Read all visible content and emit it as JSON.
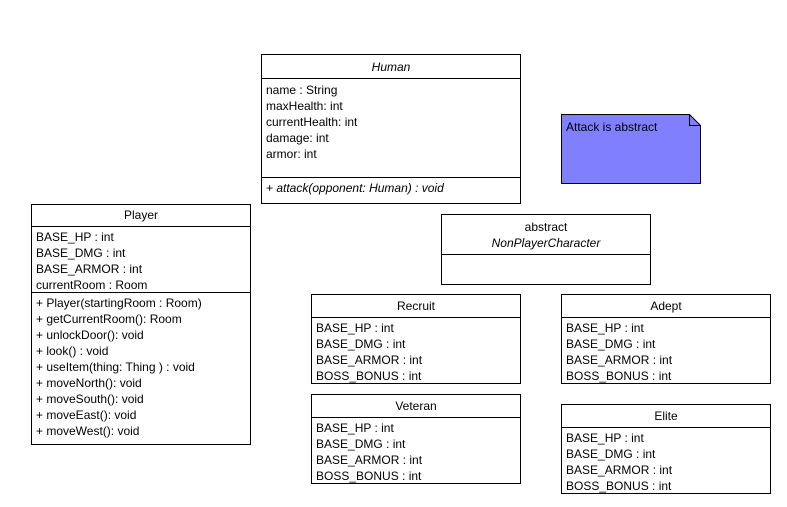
{
  "classes": {
    "human": {
      "name": "Human",
      "attributes": [
        "name : String",
        "maxHealth: int",
        "currentHealth: int",
        "damage: int",
        "armor: int"
      ],
      "operations": [
        "+ attack(opponent: Human) : void"
      ]
    },
    "player": {
      "name": "Player",
      "attributes": [
        "BASE_HP : int",
        "BASE_DMG : int",
        "BASE_ARMOR : int",
        "currentRoom : Room"
      ],
      "operations": [
        "+ Player(startingRoom : Room)",
        "+ getCurrentRoom(): Room",
        "+ unlockDoor(): void",
        "+ look() : void",
        "+ useItem(thing: Thing ) : void",
        "+ moveNorth(): void",
        "+ moveSouth(): void",
        "+ moveEast(): void",
        "+ moveWest(): void"
      ]
    },
    "npc": {
      "stereotype": "abstract",
      "name": "NonPlayerCharacter"
    },
    "recruit": {
      "name": "Recruit",
      "attributes": [
        "BASE_HP : int",
        "BASE_DMG : int",
        "BASE_ARMOR : int",
        "BOSS_BONUS : int"
      ]
    },
    "veteran": {
      "name": "Veteran",
      "attributes": [
        "BASE_HP : int",
        "BASE_DMG : int",
        "BASE_ARMOR : int",
        "BOSS_BONUS : int"
      ]
    },
    "adept": {
      "name": "Adept",
      "attributes": [
        "BASE_HP : int",
        "BASE_DMG : int",
        "BASE_ARMOR : int",
        "BOSS_BONUS : int"
      ]
    },
    "elite": {
      "name": "Elite",
      "attributes": [
        "BASE_HP : int",
        "BASE_DMG : int",
        "BASE_ARMOR : int",
        "BOSS_BONUS : int"
      ]
    }
  },
  "note": {
    "text": "Attack is abstract",
    "fill_color": "#8080ff"
  }
}
